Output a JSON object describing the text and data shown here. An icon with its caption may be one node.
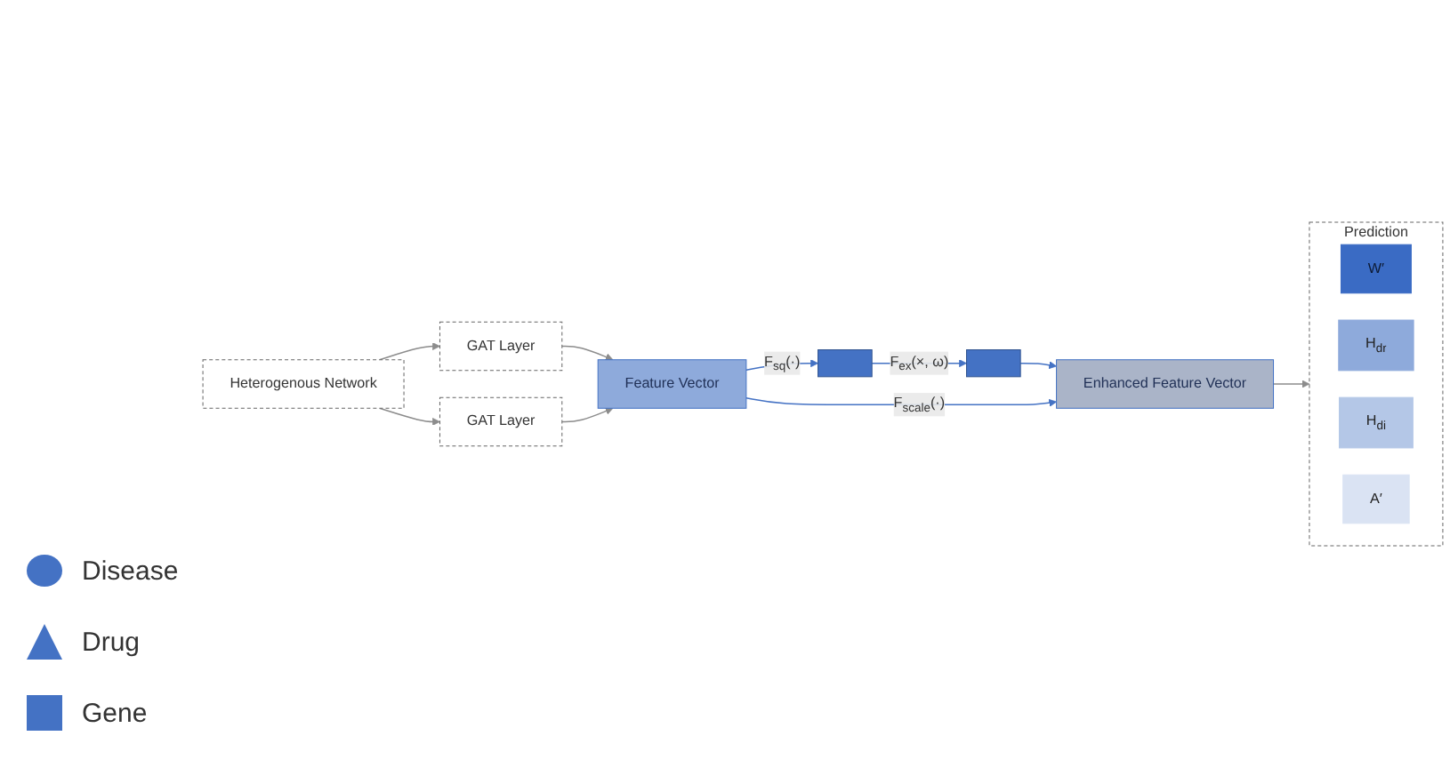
{
  "diagram": {
    "nodes": [
      {
        "text": [
          "Heterogenous Network"
        ]
      },
      {
        "text": [
          "GAT Layer"
        ]
      },
      {
        "text": [
          "GAT Layer"
        ]
      },
      {
        "text": [
          "Feature Vector"
        ]
      },
      {
        "text": [],
        "shape": "bar"
      },
      {
        "text": [],
        "shape": "bar"
      },
      {
        "text": [
          "Enhanced Feature Vector"
        ]
      },
      {
        "text": [
          "Prediction"
        ]
      },
      {
        "text": [
          "W′"
        ],
        "in": 7
      },
      {
        "text": [
          "H$_{dr}$"
        ],
        "in": 7
      },
      {
        "text": [
          "H$_{di}$"
        ],
        "in": 7
      },
      {
        "text": [
          "A′"
        ],
        "in": 7
      }
    ],
    "edges": [
      {
        "from": 0,
        "to": 1,
        "arrow": "to"
      },
      {
        "from": 0,
        "to": 2,
        "arrow": "to"
      },
      {
        "from": 1,
        "to": 3,
        "arrow": "to"
      },
      {
        "from": 2,
        "to": 3,
        "arrow": "to"
      },
      {
        "from": 3,
        "to": 4,
        "arrow": "to",
        "label": "F$_{sq}$(·)",
        "color": "#4472c4"
      },
      {
        "from": 4,
        "to": 5,
        "arrow": "to",
        "label": "F$_{ex}$(×, ω)",
        "color": "#4472c4"
      },
      {
        "from": 5,
        "to": 6,
        "arrow": "to",
        "color": "#4472c4"
      },
      {
        "from": 3,
        "to": 6,
        "arrow": "to",
        "label": "F$_{scale}$(·)",
        "color": "#4472c4"
      },
      {
        "from": 6,
        "to": 7,
        "arrow": "to"
      }
    ],
    "legend": [
      {
        "text": "Disease"
      },
      {
        "text": "Drug"
      },
      {
        "text": "Gene"
      }
    ]
  }
}
